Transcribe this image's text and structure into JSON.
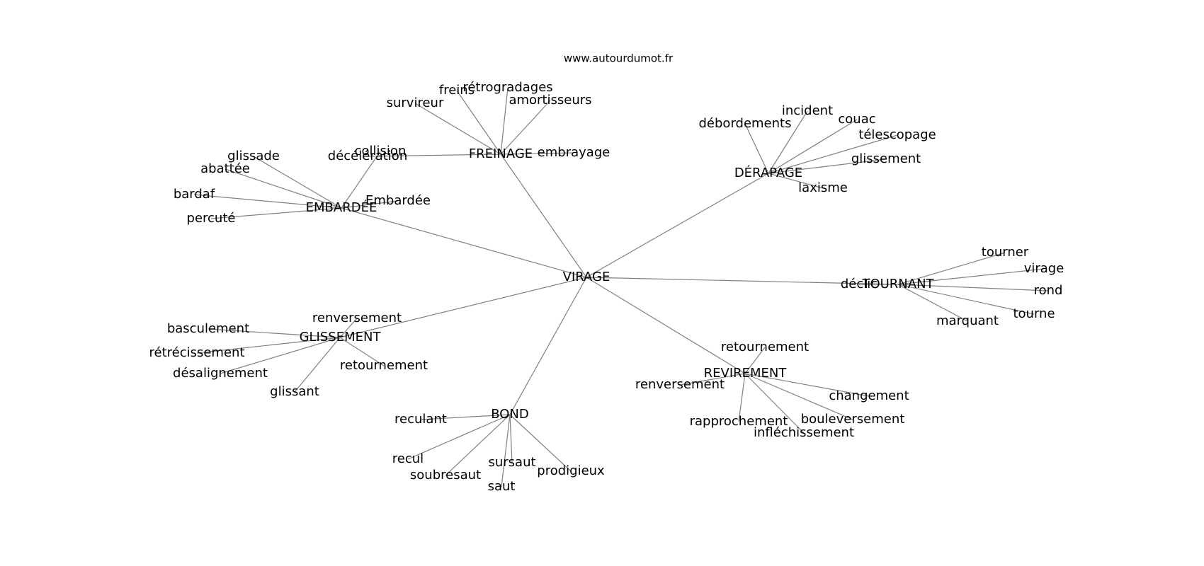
{
  "source": "www.autourdumot.fr",
  "root": "VIRAGE",
  "hubs": [
    {
      "label": "FREINAGE",
      "leaves": [
        "survireur",
        "freins",
        "rétrogradages",
        "amortisseurs",
        "embrayage",
        "décélération"
      ]
    },
    {
      "label": "EMBARDÉE",
      "leaves": [
        "glissade",
        "abattée",
        "bardaf",
        "percuté",
        "collision",
        "Embardée"
      ]
    },
    {
      "label": "DÉRAPAGE",
      "leaves": [
        "débordements",
        "incident",
        "couac",
        "télescopage",
        "glissement",
        "laxisme"
      ]
    },
    {
      "label": "TOURNANT",
      "leaves": [
        "tourner",
        "virage",
        "rond",
        "tourne",
        "marquant",
        "déclic"
      ]
    },
    {
      "label": "GLISSEMENT",
      "leaves": [
        "renversement",
        "basculement",
        "rétrécissement",
        "désalignement",
        "glissant",
        "retournement"
      ]
    },
    {
      "label": "REVIREMENT",
      "leaves": [
        "retournement",
        "renversement",
        "changement",
        "bouleversement",
        "infléchissement",
        "rapprochement"
      ]
    },
    {
      "label": "BOND",
      "leaves": [
        "reculant",
        "recul",
        "soubresaut",
        "saut",
        "sursaut",
        "prodigieux"
      ]
    }
  ]
}
